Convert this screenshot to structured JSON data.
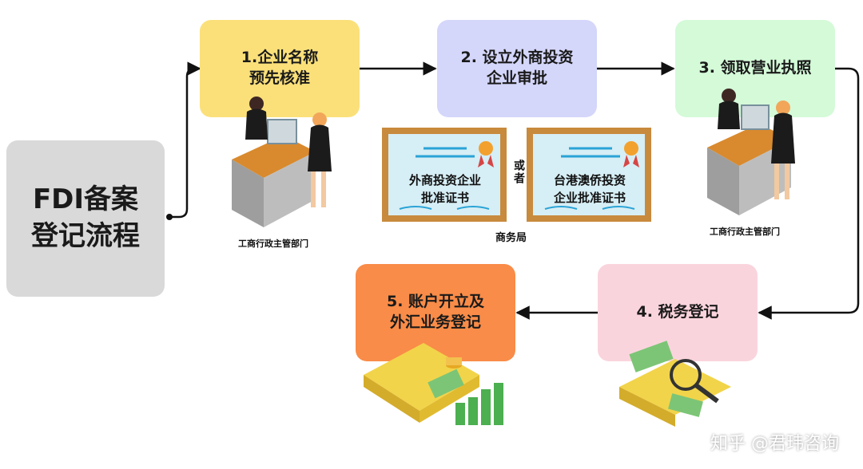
{
  "main": {
    "title": "FDI备案\n登记流程"
  },
  "steps": [
    {
      "label": "1.企业名称\n预先核准"
    },
    {
      "label": "2. 设立外商投资\n企业审批"
    },
    {
      "label": "3. 领取营业执照"
    },
    {
      "label": "4. 税务登记"
    },
    {
      "label": "5. 账户开立及\n外汇业务登记"
    }
  ],
  "captions": {
    "dept_left": "工商行政主管部门",
    "dept_right": "工商行政主管部门",
    "commerce": "商务局"
  },
  "certificates": {
    "left": "外商投资企业\n批准证书",
    "right": "台港澳侨投资\n企业批准证书",
    "or": "或者"
  },
  "watermark": "知乎 @君玮咨询",
  "colors": {
    "main": "#d9d9d9",
    "step1": "#fbe07a",
    "step2": "#d4d6fa",
    "step3": "#d4fad8",
    "step4": "#fad4dd",
    "step5": "#f98c48"
  }
}
